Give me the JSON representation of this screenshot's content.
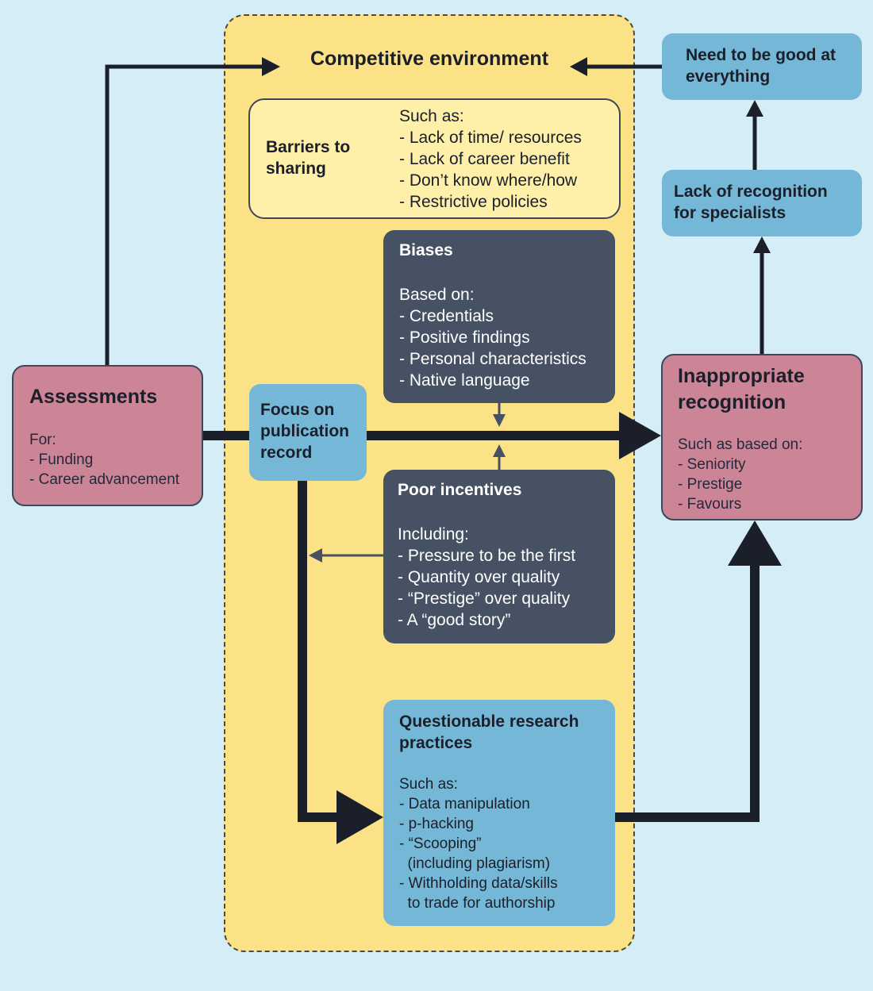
{
  "environment": {
    "title": "Competitive environment"
  },
  "barriers": {
    "title": "Barriers to sharing",
    "lead": "Such as:",
    "items": [
      "- Lack of time/ resources",
      "- Lack of career benefit",
      "- Don’t know where/how",
      "- Restrictive policies"
    ]
  },
  "biases": {
    "title": "Biases",
    "lead": "Based on:",
    "items": [
      "- Credentials",
      "- Positive findings",
      "- Personal characteristics",
      "- Native language"
    ]
  },
  "incentives": {
    "title": "Poor incentives",
    "lead": "Including:",
    "items": [
      "- Pressure to be the first",
      "- Quantity over quality",
      "- “Prestige” over quality",
      "- A “good story”"
    ]
  },
  "qrp": {
    "title": "Questionable research practices",
    "lead": "Such as:",
    "items": [
      "- Data manipulation",
      "- p-hacking",
      "- “Scooping”",
      "  (including plagiarism)",
      "- Withholding data/skills",
      "  to trade for authorship"
    ]
  },
  "focus": {
    "title": "Focus on publication record"
  },
  "assessments": {
    "title": "Assessments",
    "lead": "For:",
    "items": [
      "- Funding",
      "- Career advancement"
    ]
  },
  "inappropriate": {
    "title": "Inappropriate recognition",
    "lead": "Such as based on:",
    "items": [
      "- Seniority",
      "- Prestige",
      "- Favours"
    ]
  },
  "need_good": {
    "title": "Need to be good at everything"
  },
  "lack_recognition": {
    "title": "Lack of recognition for specialists"
  },
  "colors": {
    "background": "#d5edf7",
    "environment": "#fce287",
    "dark_box": "#465164",
    "blue_box": "#75b7d6",
    "pink_box": "#cc8597",
    "arrow": "#1b1f2a"
  }
}
